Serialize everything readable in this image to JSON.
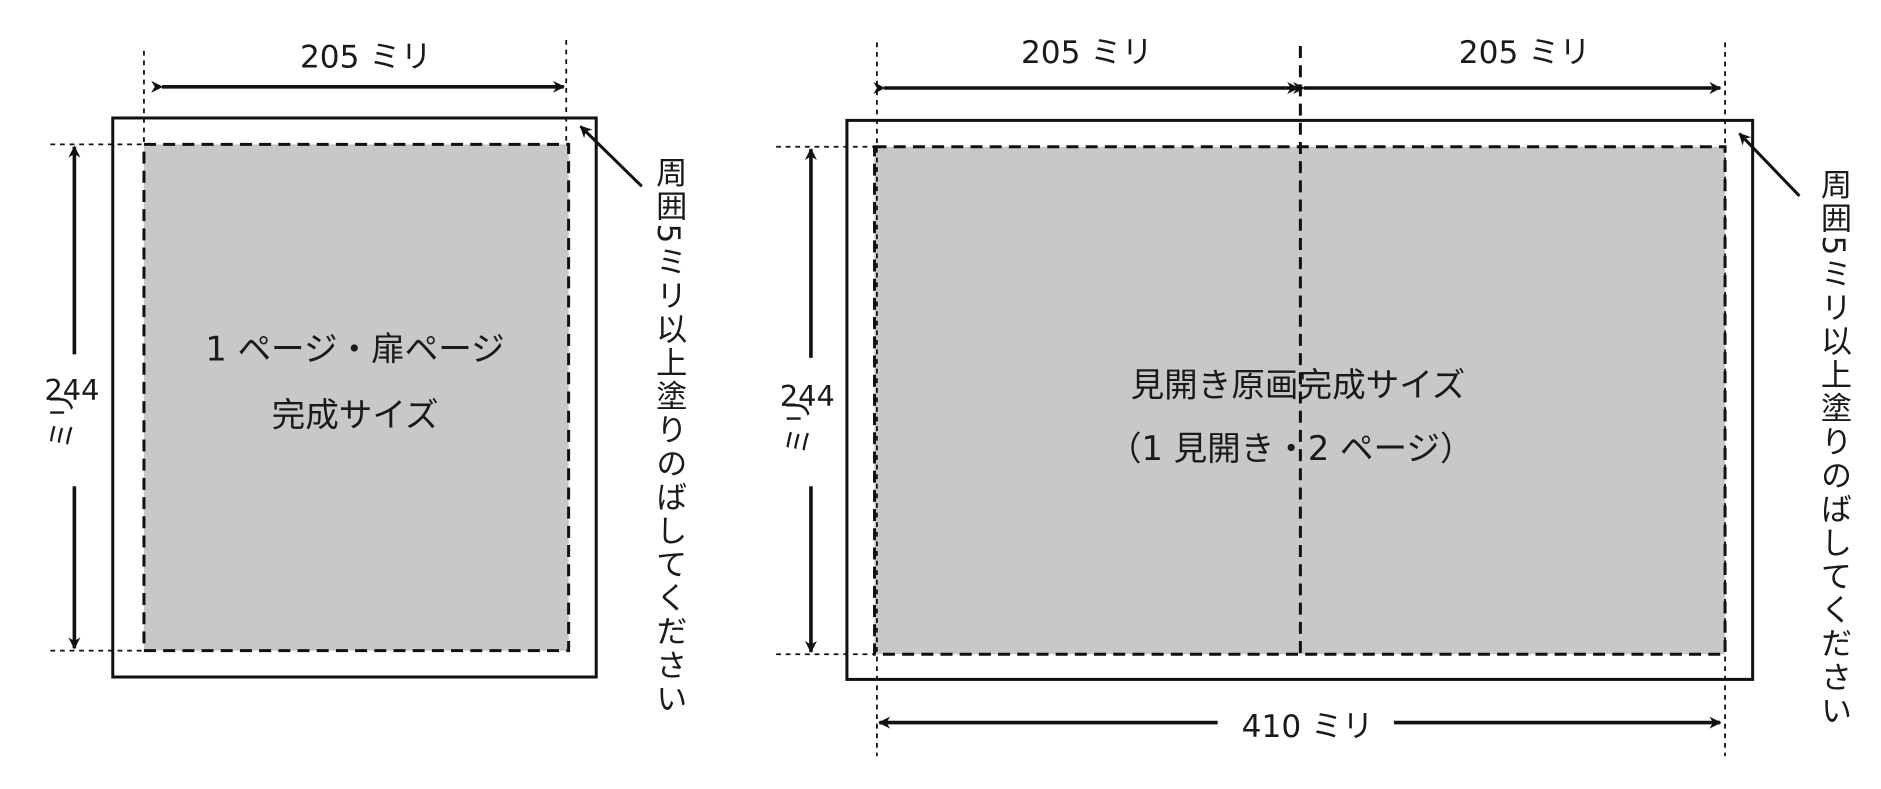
{
  "colors": {
    "bleed_fill": "#c8c8ca",
    "line": "#111111"
  },
  "single_page": {
    "width_label": "205 ミリ",
    "height_number": "244",
    "height_unit": "ミリ",
    "title_line1": "1 ページ・扉ページ",
    "title_line2": "完成サイズ",
    "bleed_note": "周囲5ミリ以上塗りのばしてください"
  },
  "spread": {
    "left_width_label": "205 ミリ",
    "right_width_label": "205 ミリ",
    "total_width_label": "410 ミリ",
    "height_number": "244",
    "height_unit": "ミリ",
    "title_line1": "見開き原画完成サイズ",
    "title_line2": "（1 見開き・2 ページ）",
    "bleed_note": "周囲5ミリ以上塗りのばしてください"
  }
}
